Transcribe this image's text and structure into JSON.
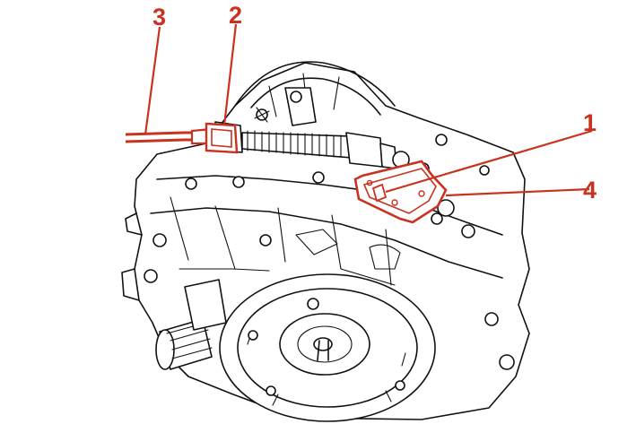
{
  "diagram": {
    "accent_color": "#c8321e",
    "line_color": "#111111",
    "background": "#ffffff",
    "callouts": [
      {
        "id": "1",
        "label": "1"
      },
      {
        "id": "2",
        "label": "2"
      },
      {
        "id": "3",
        "label": "3"
      },
      {
        "id": "4",
        "label": "4"
      }
    ]
  }
}
